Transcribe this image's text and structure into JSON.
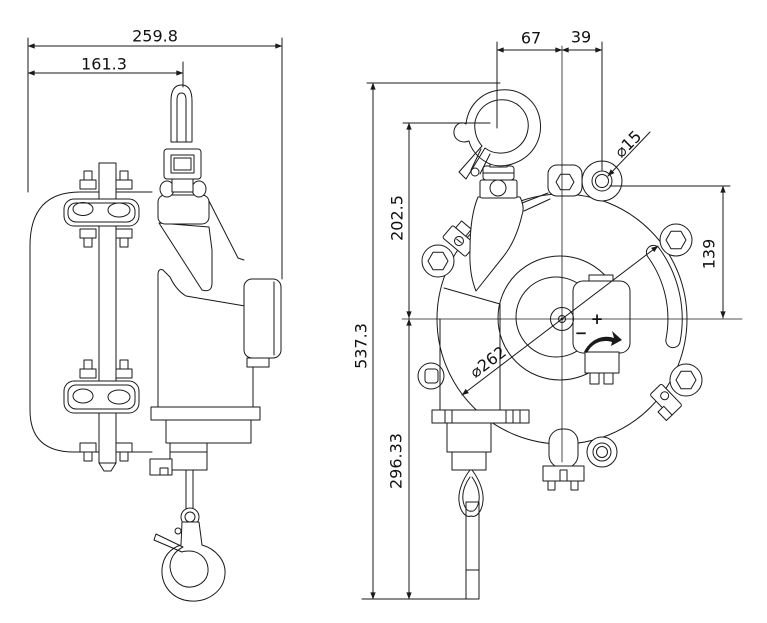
{
  "drawing": {
    "dimensions": {
      "overall_width": "259.8",
      "hook_center_from_left": "161.3",
      "hook_to_drum_center": "67",
      "drum_center_to_hole": "39",
      "hook_eye_to_center": "202.5",
      "overall_height": "537.3",
      "center_to_hook_bottom": "296.33",
      "hole_to_center_vertical": "139",
      "mount_hole_diameter": "⌀15",
      "body_diameter": "⌀262"
    },
    "markers": {
      "plus": "+",
      "minus": "−"
    }
  }
}
